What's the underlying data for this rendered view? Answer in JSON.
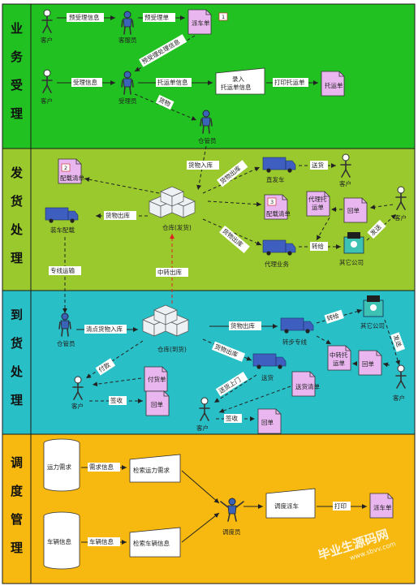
{
  "lanes": {
    "business": "业\n务\n受\n理",
    "shipping": "发\n货\n处\n理",
    "arrival": "到\n货\n处\n理",
    "dispatch": "调\n度\n管\n理"
  },
  "lane_colors": {
    "business": "#21c121",
    "shipping": "#99c92c",
    "arrival": "#29bfc6",
    "dispatch": "#f7b90f"
  },
  "business": {
    "customer1": "客户",
    "msg_pre_accept": "预受理信息",
    "service_staff": "客服员",
    "msg_pre_form": "预受理单",
    "dispatch_order1": "派车单",
    "msg_pre_process": "预受理处理信息",
    "customer2": "客户",
    "msg_accept": "受理信息",
    "accept_staff": "受理员",
    "msg_consign": "托运单信息",
    "input_consign": "录入\n托运单信息",
    "msg_print": "打印托运单",
    "consign_form": "托运单",
    "msg_goods": "货物",
    "warehouse_keeper": "仓管员"
  },
  "shipping": {
    "stowage_list": "配载清单",
    "msg_goods_in": "货物入库",
    "msg_goods_out1": "货物出库",
    "direct_truck": "直发车",
    "msg_deliver": "送货",
    "customer": "客户",
    "stowage_list2": "配载清单",
    "agent_consign": "代理托\n运单",
    "receipt": "回单",
    "customer_right": "客户",
    "msg_goods_out_left": "货物出库",
    "warehouse": "仓库(发货)",
    "msg_goods_out2": "货物出库",
    "loading": "装车配载",
    "agent_business": "代理业务",
    "msg_transfer": "转给",
    "other_company": "其它公司",
    "msg_send": "发送",
    "msg_line_transport": "专线运输",
    "msg_transit_out": "中转出库"
  },
  "arrival": {
    "warehouse_keeper": "仓管员",
    "msg_check_in": "清点货物入库",
    "warehouse": "仓库(到货)",
    "msg_goods_out": "货物出库",
    "transfer_line": "转步专线",
    "msg_transfer": "转给",
    "other_company": "其它公司",
    "transit_consign": "中转托\n运单",
    "receipt": "回单",
    "msg_send": "发送",
    "customer_right": "客户",
    "msg_goods_out2": "货物出库",
    "delivery": "送货",
    "msg_pay": "付款",
    "payment_form": "付货单",
    "customer_left": "客户",
    "msg_sign": "签收",
    "receipt2": "回单",
    "msg_deliver_door": "送货上门",
    "delivery_list": "送货清单",
    "customer_bottom": "客户",
    "msg_sign2": "签收",
    "receipt3": "回单"
  },
  "dispatch": {
    "db1_label": "运力需求",
    "msg_demand": "需求信息",
    "check_demand": "检索运力需求",
    "db2_label": "车辆信息",
    "msg_vehicle": "车辆信息",
    "check_vehicle": "检索车辆信息",
    "dispatcher": "调度员",
    "dispatch_proc": "调度派车",
    "msg_print": "打印",
    "dispatch_order": "派车单"
  },
  "doc_badges": {
    "b1": "1",
    "b2": "2",
    "b3": "3"
  },
  "watermark": "毕业生源码网",
  "watermark_url": "www.sbvv.com"
}
